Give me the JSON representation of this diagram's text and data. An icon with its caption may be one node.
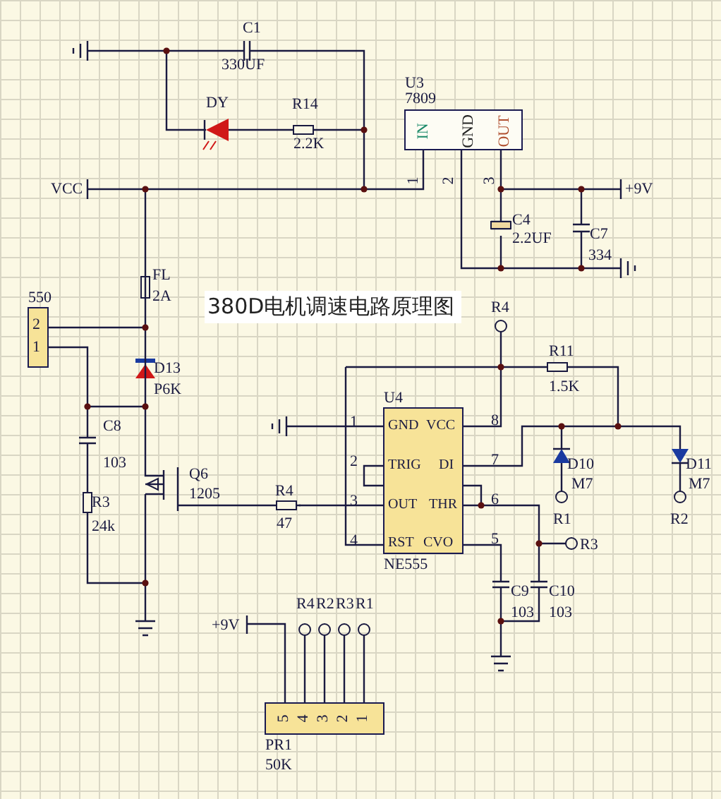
{
  "diagram": {
    "title": "380D电机调速电路原理图",
    "labels": [
      "C1",
      "330UF",
      "U3",
      "DY",
      "R14",
      "7809",
      "2.2K",
      "IN",
      "GND",
      "OUT",
      "VCC",
      "1",
      "2",
      "3",
      "+9V",
      "C4",
      "2.2UF",
      "C7",
      "334",
      "FL",
      "550",
      "2A",
      "R4",
      "2",
      "1",
      "R11",
      "D13",
      "P6K",
      "1.5K",
      "U4",
      "C8",
      "1",
      "GND",
      "VCC",
      "8",
      "103",
      "2",
      "TRIG",
      "DI",
      "7",
      "D10",
      "D11",
      "Q6",
      "M7",
      "M7",
      "R3",
      "1205",
      "R4",
      "3",
      "OUT",
      "THR",
      "6",
      "24k",
      "47",
      "R1",
      "R2",
      "4",
      "RST",
      "CVO",
      "5",
      "R3",
      "NE555",
      "C9",
      "C10",
      "103",
      "103",
      "R4",
      "R2",
      "R3",
      "R1",
      "+9V",
      "5",
      "4",
      "3",
      "2",
      "1",
      "PR1",
      "50K"
    ]
  }
}
